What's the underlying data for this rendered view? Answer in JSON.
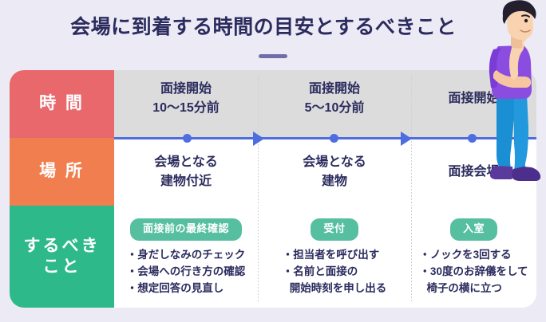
{
  "title": {
    "text": "会場に到着する時間の目安とするべきこと",
    "underline_color": "#6f6eab"
  },
  "colors": {
    "background": "#ecebf5",
    "card": "#ffffff",
    "row_time_header": "#e8686c",
    "row_place_header": "#f07e4e",
    "row_todo_header": "#2eb98b",
    "place_band": "#dcdcdc",
    "timeline": "#4d6de0",
    "badge": "#56bfa0",
    "text": "#2b2b5e"
  },
  "table": {
    "rows": [
      {
        "header": "時 間",
        "cells": [
          {
            "line1": "面接開始",
            "line2": "10〜15分前"
          },
          {
            "line1": "面接開始",
            "line2": "5〜10分前"
          },
          {
            "line1": "面接開始",
            "line2": ""
          }
        ]
      },
      {
        "header": "場 所",
        "cells": [
          {
            "line1": "会場となる",
            "line2": "建物付近"
          },
          {
            "line1": "会場となる",
            "line2": "建物"
          },
          {
            "line1": "面接会場",
            "line2": ""
          }
        ]
      },
      {
        "header": "するべき\nこと",
        "header_line1": "するべき",
        "header_line2": "こと",
        "cells": [
          {
            "badge": "面接前の最終確認",
            "bullets": [
              {
                "text": "・身だしなみのチェック",
                "cont": ""
              },
              {
                "text": "・会場への行き方の確認",
                "cont": ""
              },
              {
                "text": "・想定回答の見直し",
                "cont": ""
              }
            ]
          },
          {
            "badge": "受付",
            "bullets": [
              {
                "text": "・担当者を呼び出す",
                "cont": ""
              },
              {
                "text": "・名前と面接の",
                "cont": "開始時刻を申し出る"
              }
            ]
          },
          {
            "badge": "入室",
            "bullets": [
              {
                "text": "・ノックを3回する",
                "cont": ""
              },
              {
                "text": "・30度のお辞儀をして",
                "cont": "椅子の横に立つ"
              }
            ]
          }
        ]
      }
    ]
  },
  "timeline": {
    "dots": 3,
    "arrows": 2
  },
  "illustration": {
    "name": "thinking-person",
    "shirt_color": "#8b4ce0",
    "pants_color": "#1a8fd4",
    "shoe_color": "#5b3a9e",
    "skin_color": "#f6c6a0",
    "hair_color": "#231f2e"
  }
}
